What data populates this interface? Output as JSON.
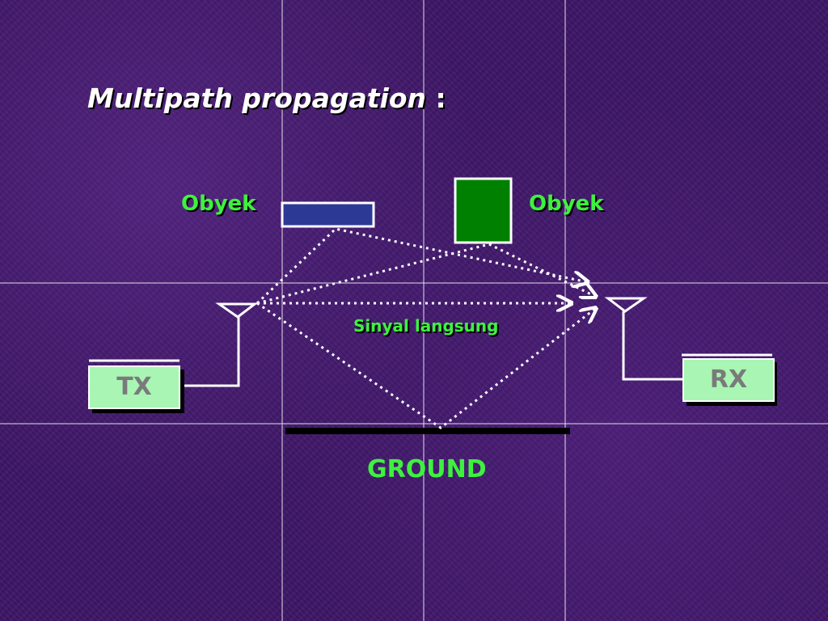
{
  "title": "Multipath propagation",
  "title_colon": ":",
  "labels": {
    "obyek_left": "Obyek",
    "obyek_right": "Obyek",
    "direct_signal": "Sinyal langsung",
    "ground": "GROUND",
    "tx": "TX",
    "rx": "RX"
  },
  "colors": {
    "background": "#3d1666",
    "label_green": "#3df23d",
    "box_fill": "#a8f5b4",
    "box_text": "#7a7a7a",
    "object_blue": "#2c3a96",
    "object_green": "#008000",
    "line_white": "#ffffff",
    "ground_line": "#000000"
  }
}
